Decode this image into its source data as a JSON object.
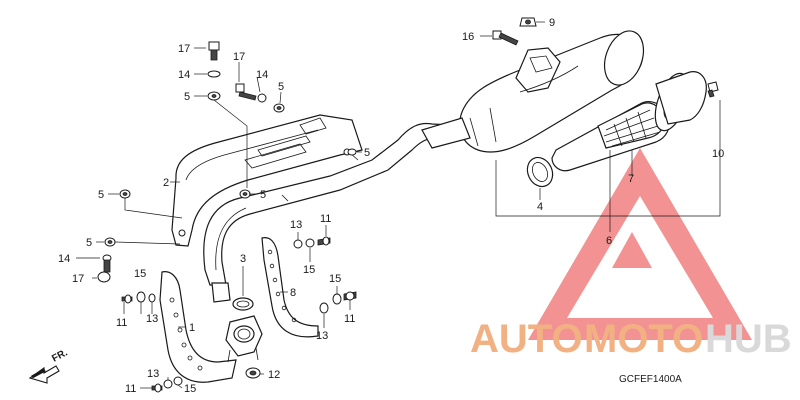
{
  "diagram_code": "GCFEF1400A",
  "front_marker": "FR.",
  "watermark": {
    "word_a": "AUTO",
    "word_b": "MOTO",
    "word_c": "HUB",
    "color_a": "#f2b183",
    "color_b": "#f2b183",
    "color_c": "#d9d9d9",
    "triangle_color": "#ef6e6e"
  },
  "callouts": {
    "c1": "1",
    "c2": "2",
    "c3": "3",
    "c4": "4",
    "c5a": "5",
    "c5b": "5",
    "c5c": "5",
    "c5d": "5",
    "c5e": "5",
    "c5f": "5",
    "c6": "6",
    "c7": "7",
    "c8": "8",
    "c9": "9",
    "c10": "10",
    "c11a": "11",
    "c11b": "11",
    "c11c": "11",
    "c11d": "11",
    "c12": "12",
    "c13a": "13",
    "c13b": "13",
    "c13c": "13",
    "c13d": "13",
    "c14a": "14",
    "c14b": "14",
    "c14c": "14",
    "c15a": "15",
    "c15b": "15",
    "c15c": "15",
    "c15d": "15",
    "c16": "16",
    "c17a": "17",
    "c17b": "17",
    "c17c": "17"
  }
}
